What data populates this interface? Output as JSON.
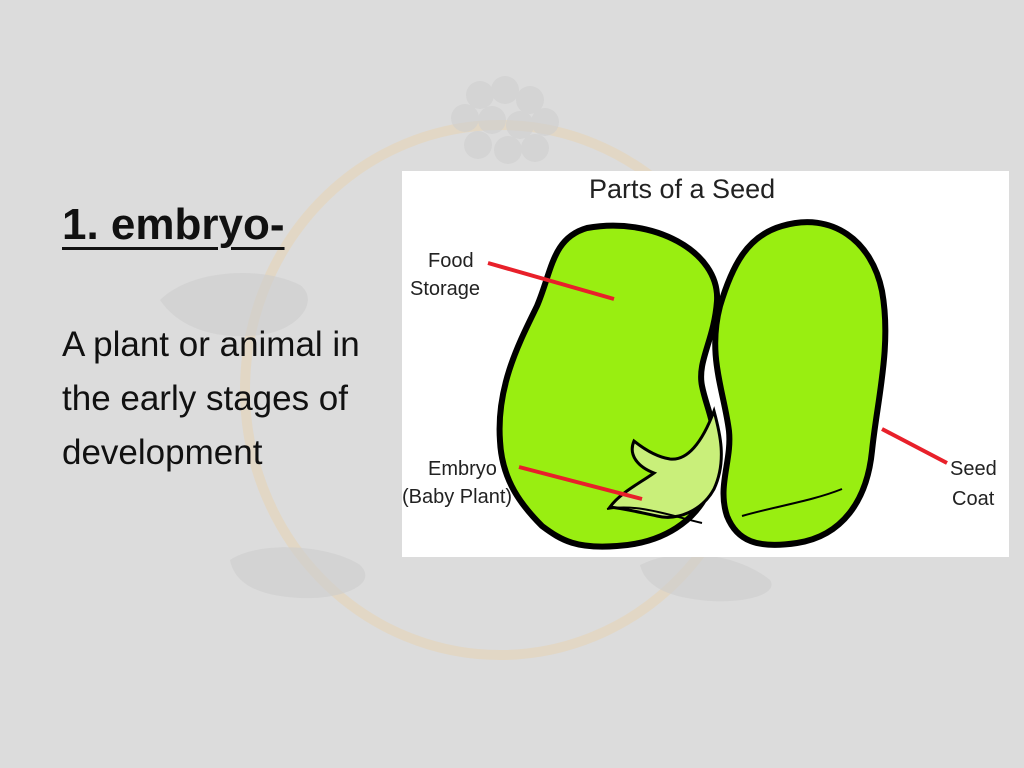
{
  "slide": {
    "term": "1. embryo-",
    "definition": "A plant or animal in the early stages of development"
  },
  "diagram": {
    "title": "Parts of a Seed",
    "labels": {
      "food_storage_line1": "Food",
      "food_storage_line2": "Storage",
      "embryo_line1": "Embryo",
      "embryo_line2": "(Baby Plant)",
      "seed_coat_line1": "Seed",
      "seed_coat_line2": "Coat"
    },
    "colors": {
      "seed_fill": "#99ee11",
      "seed_outline": "#000000",
      "pointer": "#e8202a"
    }
  }
}
